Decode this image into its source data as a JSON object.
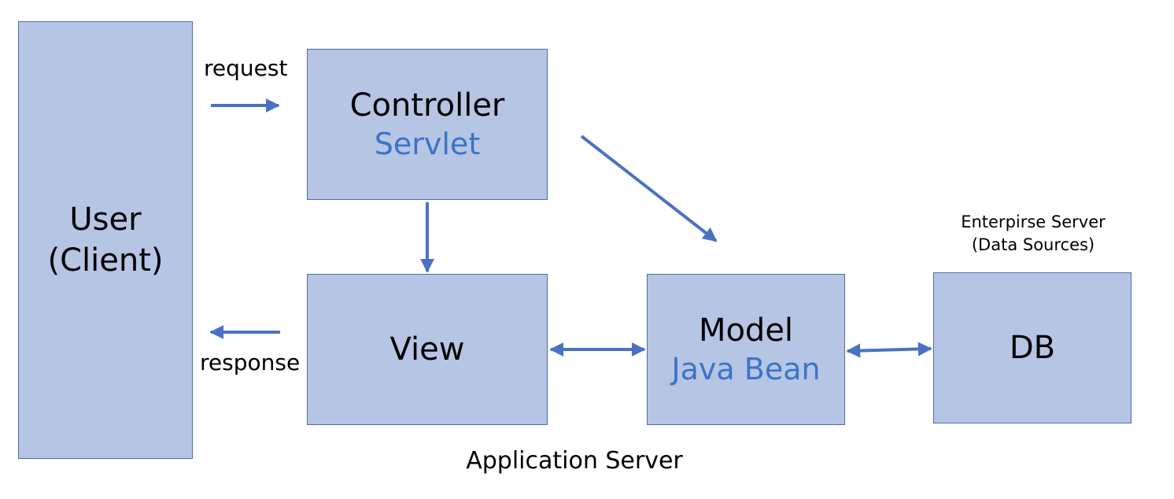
{
  "colors": {
    "box_fill": "#b7c5e4",
    "box_border": "#4a6aaf",
    "arrow": "#4a72c4",
    "subtitle_text": "#3a75c8"
  },
  "user": {
    "line1": "User",
    "line2": "(Client)"
  },
  "controller": {
    "title": "Controller",
    "subtitle": "Servlet"
  },
  "view": {
    "title": "View"
  },
  "model": {
    "title": "Model",
    "subtitle": "Java Bean"
  },
  "db": {
    "title": "DB"
  },
  "labels": {
    "request": "request",
    "response": "response",
    "enterprise_line1": "Enterpirse Server",
    "enterprise_line2": "(Data Sources)",
    "application_server": "Application Server"
  }
}
